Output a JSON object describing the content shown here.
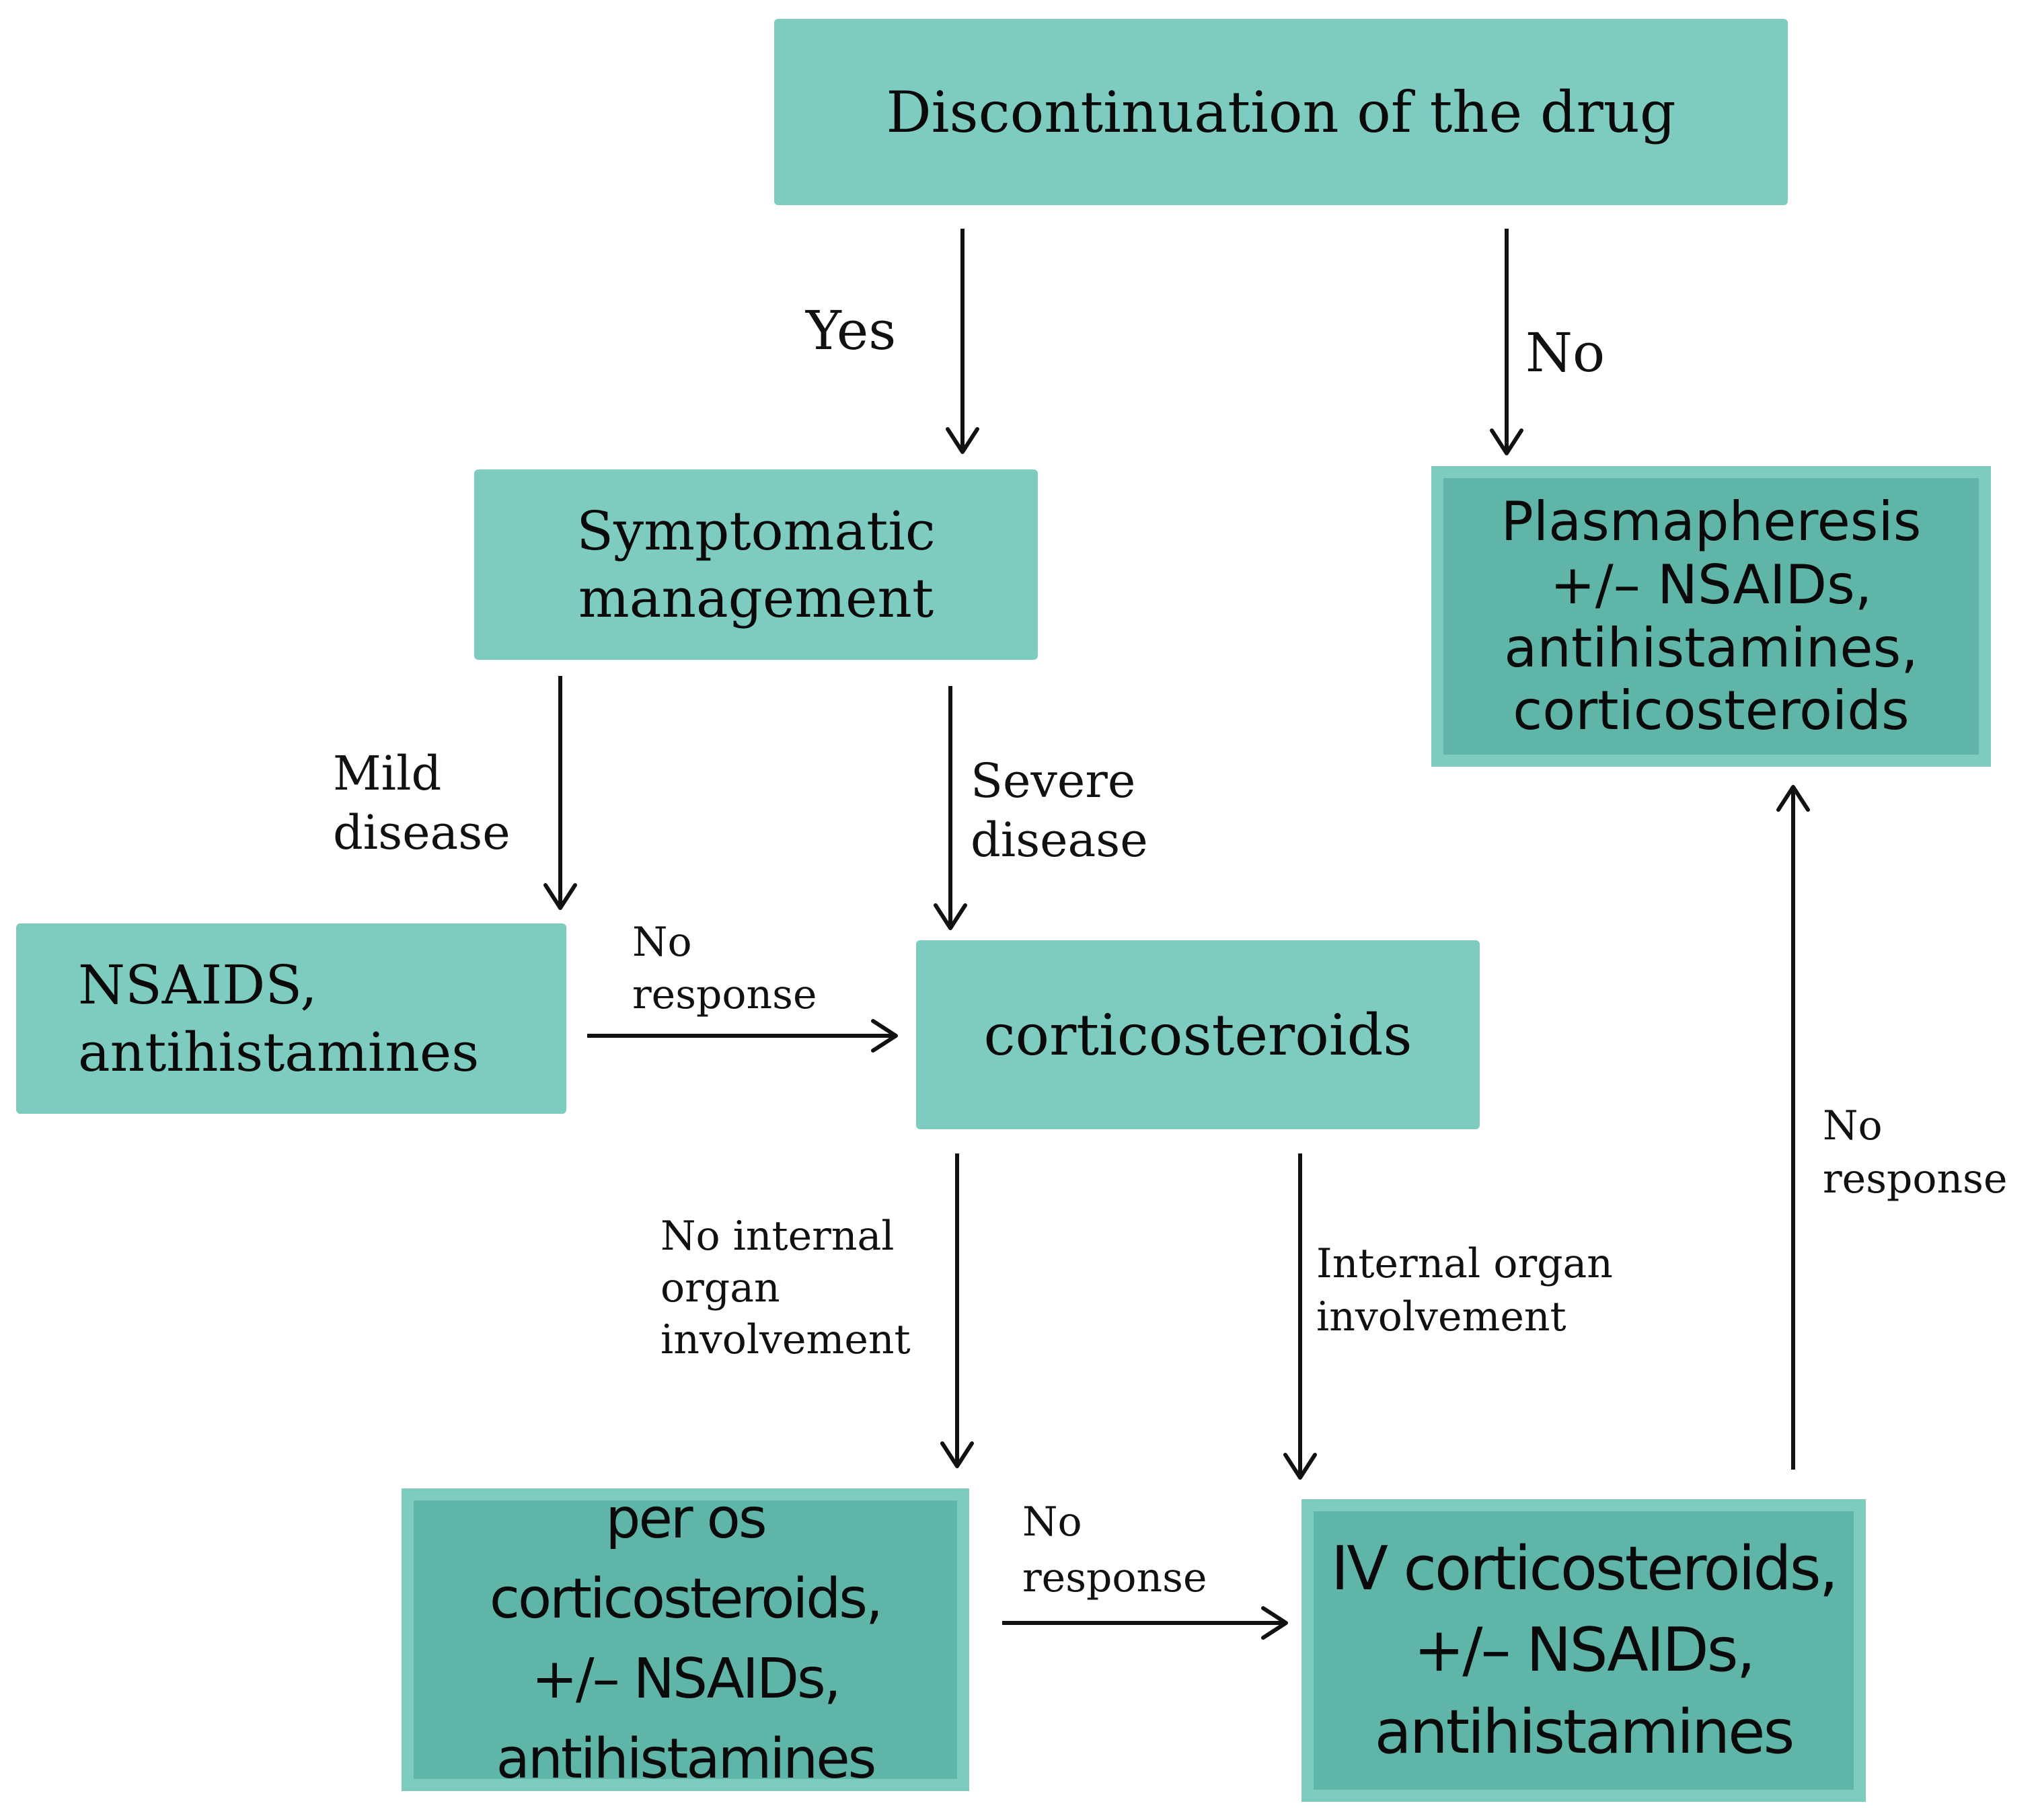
{
  "colors": {
    "box_light": "#7ecbbf",
    "box_dark": "#5fb5a7",
    "line": "#111111"
  },
  "nodes": {
    "discontinuation": "Discontinuation of the drug",
    "symptomatic": "Symptomatic\nmanagement",
    "plasmapheresis": "Plasmapheresis\n+/– NSAIDs,\nantihistamines,\ncorticosteroids",
    "nsaids_antihistamines": "NSAIDS,\nantihistamines",
    "corticosteroids": "corticosteroids",
    "per_os": "per os corticosteroids,\n+/– NSAIDs,\nantihistamines",
    "iv": "IV corticosteroids,\n+/– NSAIDs,\nantihistamines"
  },
  "edges": {
    "yes": "Yes",
    "no": "No",
    "mild": "Mild\ndisease",
    "severe": "Severe\ndisease",
    "no_response_1": "No\nresponse",
    "no_internal": "No internal\norgan\ninvolvement",
    "internal": "Internal organ\ninvolvement",
    "no_response_2": "No\nresponse",
    "no_response_3": "No\nresponse"
  }
}
